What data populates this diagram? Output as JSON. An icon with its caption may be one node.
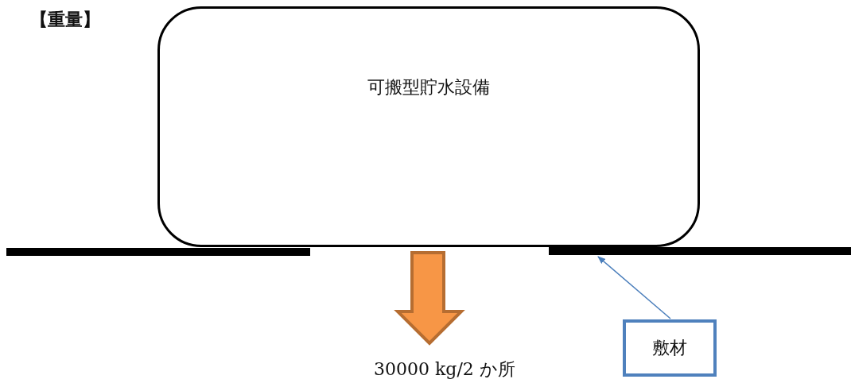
{
  "diagram": {
    "nodes": [
      {
        "text": [
          "可搬型貯水設備"
        ]
      },
      {
        "text": [
          "敷材"
        ]
      },
      {
        "text": [],
        "shape": "bar"
      }
    ],
    "edges": [
      {
        "from": 1,
        "to": 2,
        "arrow": "to"
      }
    ],
    "labels": [
      "【重量】",
      "30000 kg/2 か所"
    ]
  }
}
